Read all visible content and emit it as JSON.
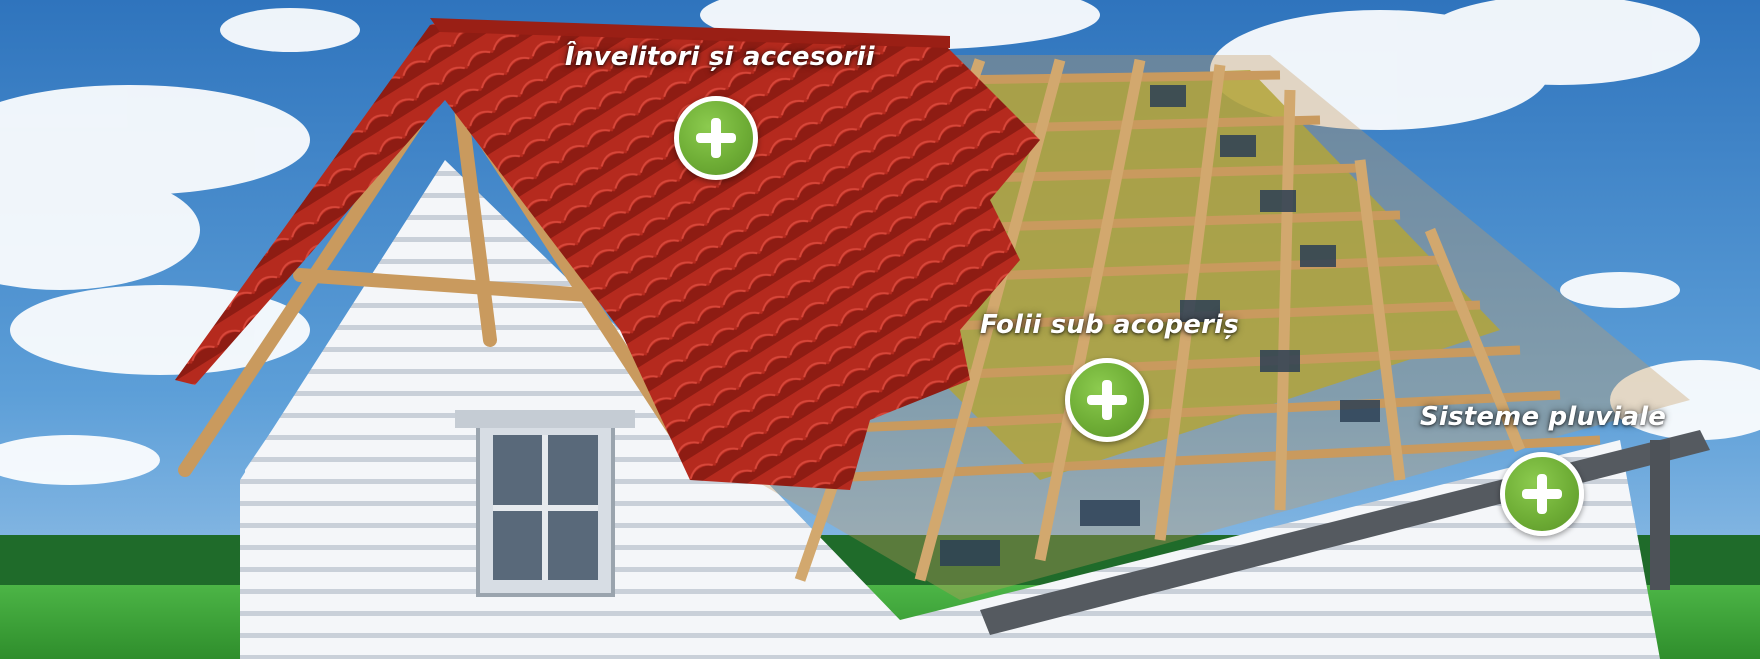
{
  "hotspots": [
    {
      "id": "roofing",
      "label": "Învelitori și accesorii",
      "icon": "plus-icon"
    },
    {
      "id": "membranes",
      "label": "Folii sub acoperiș",
      "icon": "plus-icon"
    },
    {
      "id": "gutters",
      "label": "Sisteme pluviale",
      "icon": "plus-icon"
    }
  ],
  "colors": {
    "sky": "#3f86c9",
    "grass": "#3da83a",
    "tiles": "#b52a1e",
    "wood": "#c99a5e",
    "membrane": "#b3a43a",
    "accent_green": "#6fae36"
  }
}
